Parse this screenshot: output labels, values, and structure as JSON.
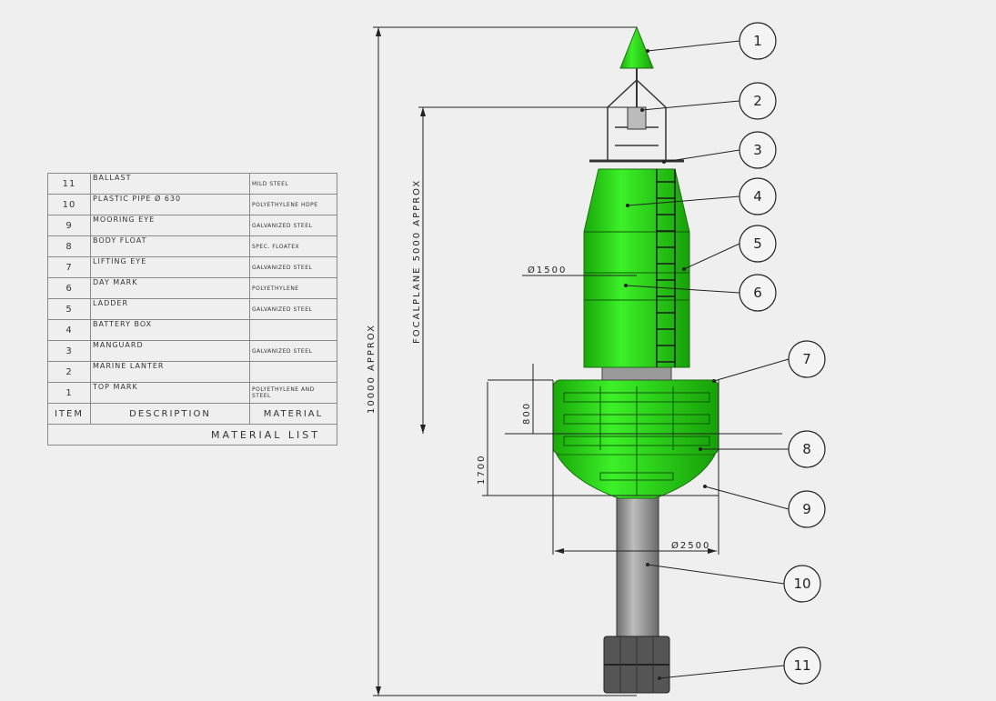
{
  "material_list": {
    "title": "MATERIAL LIST",
    "header": {
      "item": "ITEM",
      "description": "DESCRIPTION",
      "material": "MATERIAL"
    },
    "rows": [
      {
        "item": "11",
        "description": "BALLAST",
        "material": "MILD STEEL"
      },
      {
        "item": "10",
        "description": "PLASTIC PIPE Ø 630",
        "material": "POLYETHYLENE HDPE"
      },
      {
        "item": "9",
        "description": "MOORING EYE",
        "material": "GALVANIZED STEEL"
      },
      {
        "item": "8",
        "description": "BODY FLOAT",
        "material": "SPEC. FLOATEX"
      },
      {
        "item": "7",
        "description": "LIFTING EYE",
        "material": "GALVANIZED STEEL"
      },
      {
        "item": "6",
        "description": "DAY MARK",
        "material": "POLYETHYLENE"
      },
      {
        "item": "5",
        "description": "LADDER",
        "material": "GALVANIZED STEEL"
      },
      {
        "item": "4",
        "description": "BATTERY BOX",
        "material": ""
      },
      {
        "item": "3",
        "description": "MANGUARD",
        "material": "GALVANIZED STEEL"
      },
      {
        "item": "2",
        "description": "MARINE LANTER",
        "material": ""
      },
      {
        "item": "1",
        "description": "TOP MARK",
        "material": "POLYETHYLENE AND STEEL"
      }
    ]
  },
  "dimensions": {
    "overall_height": "10000 APPROX",
    "focal_plane": "FOCALPLANE 5000 APPROX",
    "body_diameter": "Ø1500",
    "float_diameter": "Ø2500",
    "float_upper": "800",
    "float_height": "1700"
  },
  "callouts": [
    "1",
    "2",
    "3",
    "4",
    "5",
    "6",
    "7",
    "8",
    "9",
    "10",
    "11"
  ],
  "colors": {
    "buoy_green": "#22dd10",
    "pipe_grey": "#8e8e8e",
    "ballast": "#555555",
    "line": "#222222"
  }
}
